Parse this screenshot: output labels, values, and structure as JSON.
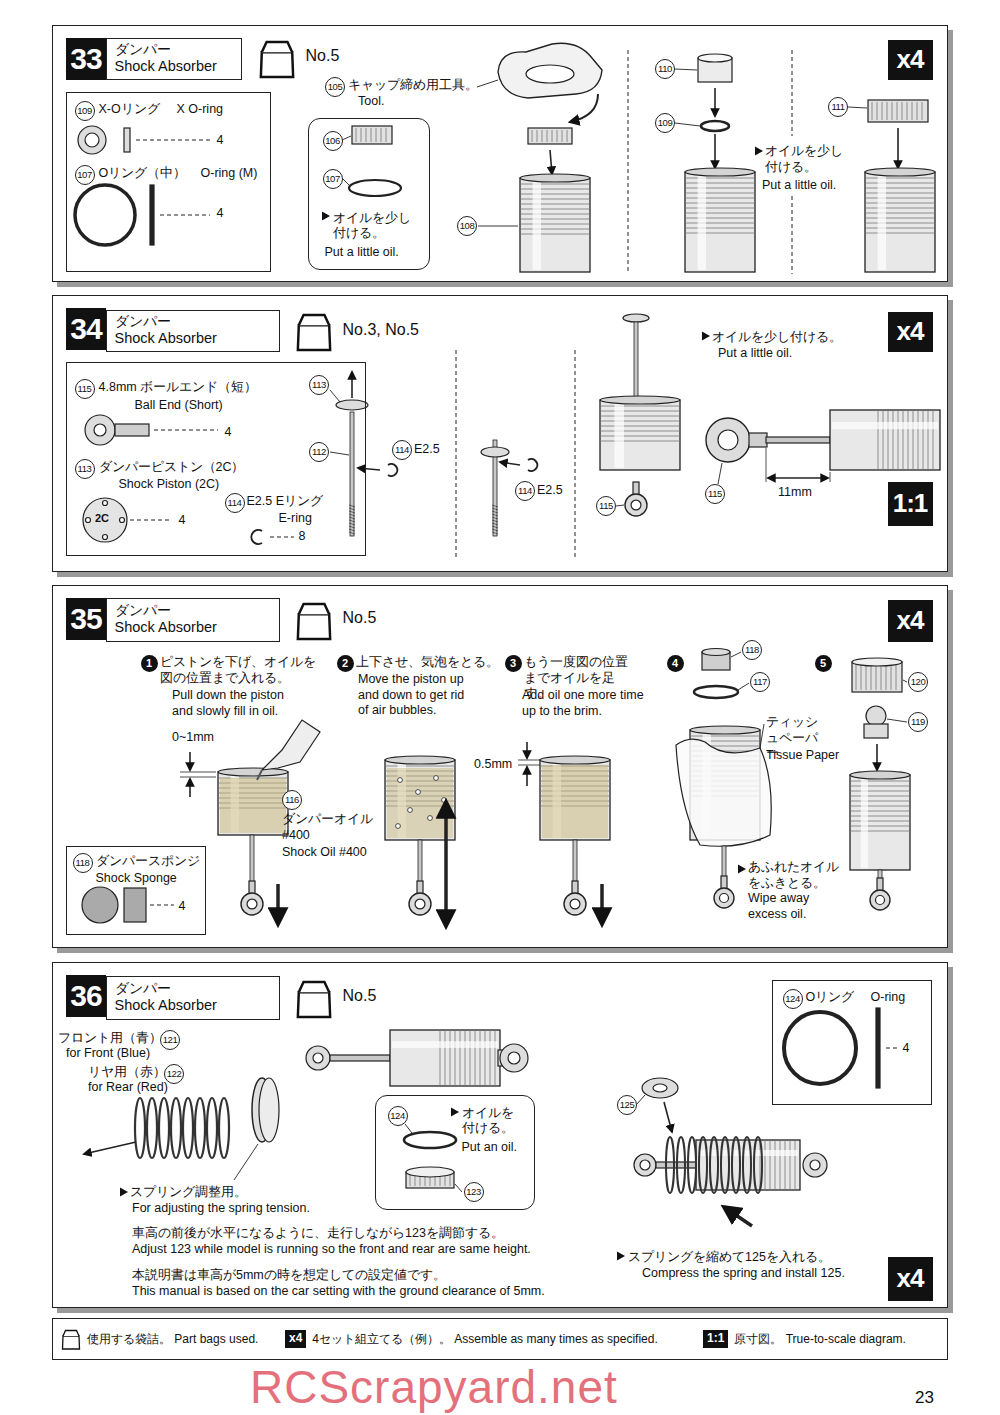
{
  "diagram": {
    "nodes": [
      {
        "text": [
          "33"
        ]
      },
      {
        "text": [
          "ダンパー",
          "Shock Absorber"
        ],
        "in": 0
      },
      {
        "text": [
          "No.5"
        ],
        "in": 0
      },
      {
        "text": [
          "x4"
        ],
        "in": 0
      },
      {
        "text": [
          "109",
          "X-Oリング",
          "X O-ring",
          "4",
          "107",
          "Oリング（中）",
          "O-ring (M)",
          "4"
        ],
        "in": 0
      },
      {
        "text": [
          "106",
          "107",
          "オイルを少し付ける。",
          "Put a little oil."
        ],
        "in": 0
      },
      {
        "text": [
          "34"
        ]
      },
      {
        "text": [
          "ダンパー",
          "Shock Absorber"
        ],
        "in": 6
      },
      {
        "text": [
          "No.3, No.5"
        ],
        "in": 6
      },
      {
        "text": [
          "x4"
        ],
        "in": 6
      },
      {
        "text": [
          "1:1"
        ],
        "in": 6
      },
      {
        "text": [
          "115",
          "4.8mm ボールエンド（短）",
          "Ball End (Short)",
          "4",
          "113",
          "ダンパーピストン（2C）",
          "Shock Piston (2C)",
          "4",
          "114",
          "E2.5 Eリング",
          "E-ring",
          "8"
        ],
        "in": 6
      },
      {
        "text": [
          "35"
        ]
      },
      {
        "text": [
          "ダンパー",
          "Shock Absorber"
        ],
        "in": 12
      },
      {
        "text": [
          "No.5"
        ],
        "in": 12
      },
      {
        "text": [
          "x4"
        ],
        "in": 12
      },
      {
        "text": [
          "1"
        ],
        "in": 12
      },
      {
        "text": [
          "2"
        ],
        "in": 12
      },
      {
        "text": [
          "3"
        ],
        "in": 12
      },
      {
        "text": [
          "4"
        ],
        "in": 12
      },
      {
        "text": [
          "5"
        ],
        "in": 12
      },
      {
        "text": [
          "118",
          "ダンパースポンジ",
          "Shock Sponge",
          "4"
        ],
        "in": 12
      },
      {
        "text": [
          "36"
        ]
      },
      {
        "text": [
          "ダンパー",
          "Shock Absorber"
        ],
        "in": 22
      },
      {
        "text": [
          "No.5"
        ],
        "in": 22
      },
      {
        "text": [
          "124",
          "Oリング",
          "O-ring",
          "4"
        ],
        "in": 22
      },
      {
        "text": [
          "124",
          "オイルを付ける。",
          "Put an oil.",
          "123"
        ],
        "in": 22
      },
      {
        "text": [
          "x4"
        ],
        "in": 22
      }
    ],
    "labels": [
      "105",
      "キャップ締め用工具。",
      "Tool.",
      "108",
      "110",
      "109",
      "オイルを少し付ける。",
      "Put a little oil.",
      "111",
      "113",
      "112",
      "114",
      "E2.5",
      "114",
      "E2.5",
      "オイルを少し付ける。",
      "Put a little oil.",
      "115",
      "115",
      "11mm",
      "2C",
      "ピストンを下げ、オイルを図の位置まで入れる。",
      "Pull down the piston and slowly fill in oil.",
      "0~1mm",
      "116",
      "ダンパーオイル #400",
      "Shock Oil #400",
      "上下させ、気泡をとる。",
      "Move the piston up and down to get rid of air bubbles.",
      "もう一度図の位置までオイルを足す。",
      "Add oil one more time up to the brim.",
      "0.5mm",
      "118",
      "117",
      "ティッシュペーパー",
      "Tissue Paper",
      "あふれたオイルをふきとる。",
      "Wipe away excess oil.",
      "120",
      "119",
      "フロント用（青）",
      "121",
      "for Front (Blue)",
      "リヤ用（赤）",
      "122",
      "for Rear (Red)",
      "スプリング調整用。",
      "For adjusting the spring tension.",
      "車高の前後が水平になるように、走行しながら123を調節する。",
      "Adjust 123 while model is running so the front and rear are same height.",
      "本説明書は車高が5mmの時を想定しての設定値です。",
      "This manual is based on the car setting with the ground clearance of 5mm.",
      "125",
      "スプリングを縮めて125を入れる。",
      "Compress the spring and install 125.",
      "x4",
      "1:1",
      "RCScrapyard.net",
      "23"
    ],
    "legend": [
      {
        "text": "使用する袋詰。 Part bags used."
      },
      {
        "text": "4セット組立てる（例）。 Assemble as many times as specified."
      },
      {
        "text": "原寸図。 True-to-scale diagram."
      }
    ]
  }
}
